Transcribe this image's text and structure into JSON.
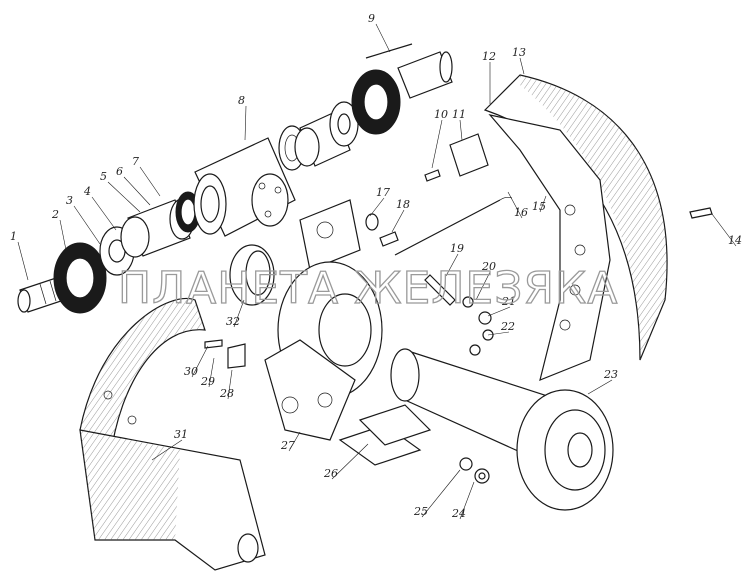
{
  "figure": {
    "callouts": [
      "1",
      "2",
      "3",
      "4",
      "5",
      "6",
      "7",
      "8",
      "9",
      "10",
      "11",
      "12",
      "13",
      "14",
      "15",
      "16",
      "17",
      "18",
      "19",
      "20",
      "21",
      "22",
      "23",
      "24",
      "25",
      "26",
      "27",
      "28",
      "29",
      "30",
      "31",
      "32"
    ]
  },
  "watermark": {
    "text": "ПЛАНЕТА ЖЕЛЕЗЯКА"
  }
}
